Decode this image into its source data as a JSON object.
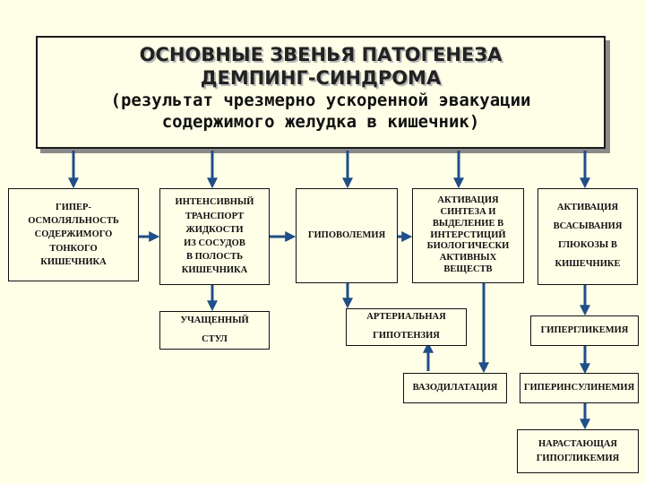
{
  "title": {
    "main": "ОСНОВНЫЕ ЗВЕНЬЯ ПАТОГЕНЕЗА\nДЕМПИНГ-СИНДРОМА",
    "sub": "(результат чрезмерно ускоренной эвакуации\nсодержимого желудка в кишечник)"
  },
  "boxes": {
    "hyperosmolarity": "ГИПЕР-\nОСМОЛЯЛЬНОСТЬ\nСОДЕРЖИМОГО\nТОНКОГО\nКИШЕЧНИКА",
    "transport": "ИНТЕНСИВНЫЙ\nТРАНСПОРТ\nЖИДКОСТИ\nИЗ СОСУДОВ\nВ ПОЛОСТЬ\nКИШЕЧНИКА",
    "hypovolemia": "ГИПОВОЛЕМИЯ",
    "activation_bio": "АКТИВАЦИЯ\nСИНТЕЗА И\nВЫДЕЛЕНИЕ В\nИНТЕРСТИЦИЙ\nБИОЛОГИЧЕСКИ\nАКТИВНЫХ\nВЕЩЕСТВ",
    "activation_glucose": "АКТИВАЦИЯ\n\nВСАСЫВАНИЯ\n\nГЛЮКОЗЫ В\n\nКИШЕЧНИКЕ",
    "frequent_stool": "УЧАЩЕННЫЙ\n\nСТУЛ",
    "arterial_hypotension": "АРТЕРИАЛЬНАЯ\n\nГИПОТЕНЗИЯ",
    "hyperglycemia": "ГИПЕРГЛИКЕМИЯ",
    "vasodilation": "ВАЗОДИЛАТАЦИЯ",
    "hyperinsulinemia": "ГИПЕРИНСУЛИНЕМИЯ",
    "hypoglycemia": "НАРАСТАЮЩАЯ\nГИПОГЛИКЕМИЯ"
  },
  "colors": {
    "background": "#ffffe8",
    "arrow": "#1f4e89",
    "border": "#111111"
  }
}
